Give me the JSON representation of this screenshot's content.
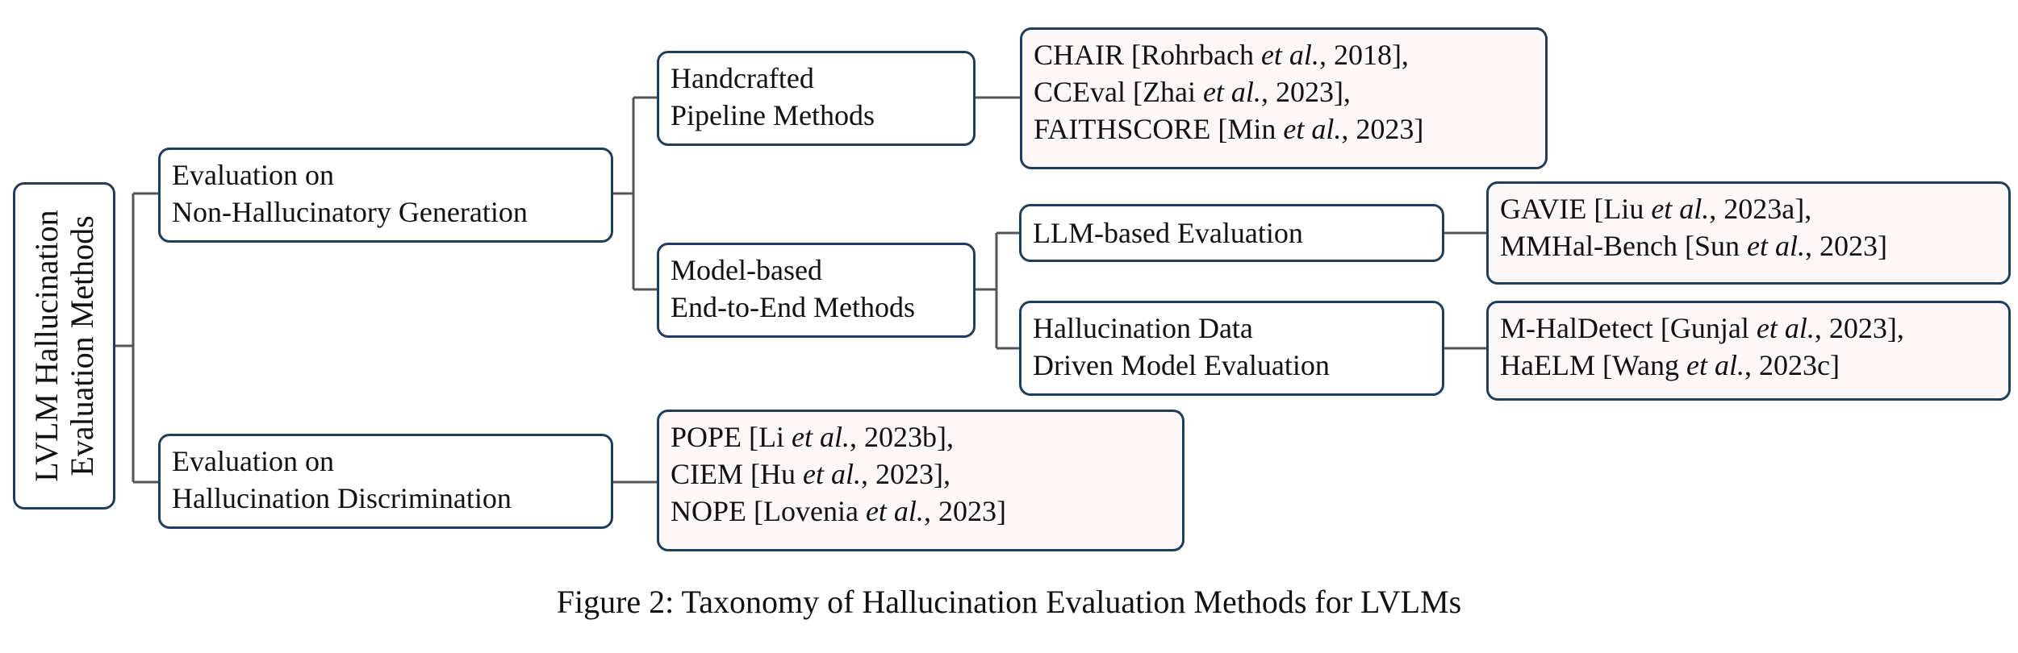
{
  "root": {
    "lines": [
      "LVLM Hallucination",
      "Evaluation Methods"
    ]
  },
  "level1": {
    "non_halluc": [
      "Evaluation on",
      "Non-Hallucinatory Generation"
    ],
    "discrimination": [
      "Evaluation on",
      "Hallucination Discrimination"
    ]
  },
  "level2": {
    "handcrafted": [
      "Handcrafted",
      "Pipeline Methods"
    ],
    "model_based": [
      "Model-based",
      "End-to-End Methods"
    ]
  },
  "level3": {
    "llm_based": [
      "LLM-based Evaluation"
    ],
    "data_driven": [
      "Hallucination Data",
      "Driven Model Evaluation"
    ]
  },
  "leaves": {
    "handcrafted": [
      {
        "pre": "CHAIR [Rohrbach ",
        "em": "et al.",
        "post": ", 2018],"
      },
      {
        "pre": "CCEval [Zhai ",
        "em": "et al.",
        "post": ", 2023],"
      },
      {
        "pre": "FAITHSCORE [Min ",
        "em": "et al.",
        "post": ", 2023]"
      }
    ],
    "llm_based": [
      {
        "pre": "GAVIE [Liu ",
        "em": "et al.",
        "post": ", 2023a],"
      },
      {
        "pre": "MMHal-Bench [Sun ",
        "em": "et al.",
        "post": ", 2023]"
      }
    ],
    "data_driven": [
      {
        "pre": "M-HalDetect [Gunjal ",
        "em": "et al.",
        "post": ", 2023],"
      },
      {
        "pre": "HaELM [Wang ",
        "em": "et al.",
        "post": ", 2023c]"
      }
    ],
    "discrimination": [
      {
        "pre": "POPE [Li ",
        "em": "et al.",
        "post": ", 2023b],"
      },
      {
        "pre": "CIEM [Hu ",
        "em": "et al.",
        "post": ", 2023],"
      },
      {
        "pre": "NOPE [Lovenia ",
        "em": "et al.",
        "post": ", 2023]"
      }
    ]
  },
  "caption": "Figure 2: Taxonomy of Hallucination Evaluation Methods for LVLMs",
  "colors": {
    "border": "#1f3d5c",
    "connector": "#555555",
    "leaf_fill": "#fdf7f7"
  }
}
